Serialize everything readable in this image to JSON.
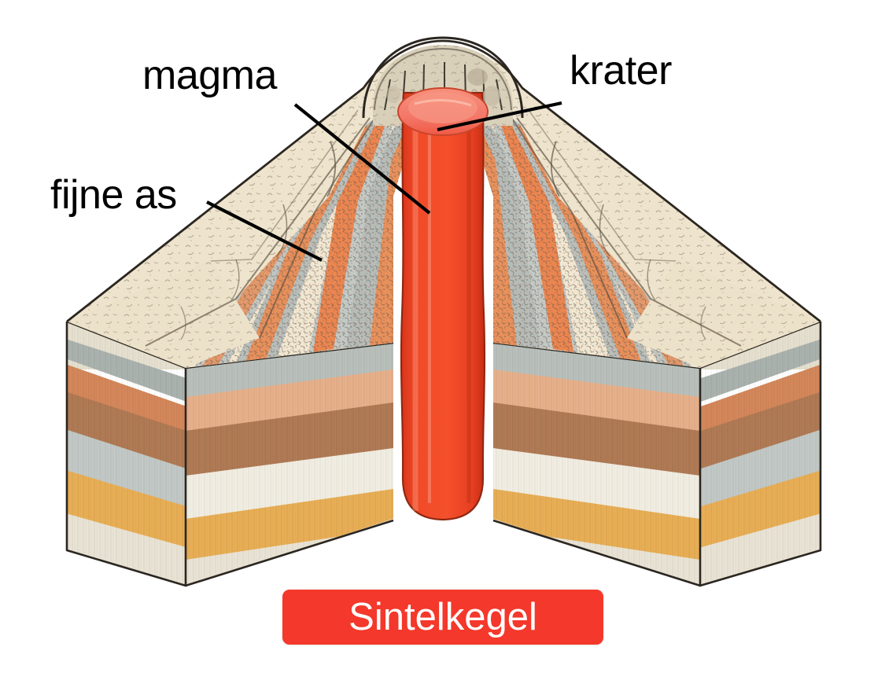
{
  "figure": {
    "title": "Sintelkegel",
    "type": "cross-section-diagram",
    "subject": "cinder cone volcano cutaway",
    "language": "nl"
  },
  "labels": [
    {
      "id": "magma",
      "text": "magma",
      "leader_from": [
        375,
        133
      ],
      "leader_to": [
        546,
        271
      ]
    },
    {
      "id": "fijne-as",
      "text": "fijne as",
      "leader_from": [
        263,
        257
      ],
      "leader_to": [
        409,
        331
      ]
    },
    {
      "id": "krater",
      "text": "krater",
      "leader_from": [
        714,
        131
      ],
      "leader_to": [
        556,
        165
      ]
    }
  ],
  "caption": {
    "text": "Sintelkegel",
    "background_color": "#f4382b",
    "text_color": "#ffffff"
  },
  "colors": {
    "magma_conduit": "#ef4425",
    "magma_pool": "#f47f6a",
    "crater_rim": "#d6cdb7",
    "ash_outer": "#ebdfc8",
    "ash_pale": "#f2e9d6",
    "scoria_orange": "#e8915c",
    "scoria_orange_bright": "#ee8046",
    "cinder_gray": "#b6bcb8",
    "cinder_gray_dark": "#9aa29e",
    "stratum_peach": "#e6b08a",
    "stratum_tan_orange": "#d4875a",
    "stratum_brown": "#b07a55",
    "stratum_gray_blue": "#c2c8c5",
    "stratum_amber": "#e8ae55",
    "stratum_cream": "#e9e3d5",
    "stratum_white": "#f2efe6",
    "outline": "#2b2620"
  },
  "structures": [
    {
      "name": "crater",
      "description": "rim of radially cracked beige blocks at the cone summit"
    },
    {
      "name": "magma-conduit",
      "description": "vertical red magma column from depth to crater"
    },
    {
      "name": "magma-pool",
      "description": "salmon-pink lava pool in crater throat"
    },
    {
      "name": "cinder-cone",
      "description": "symmetric cone of alternating orange scoria and gray cinder layers"
    },
    {
      "name": "fine-ash-mantle",
      "description": "pale beige fine-ash layer mantling the outer cone flanks"
    },
    {
      "name": "bedrock-blocks",
      "description": "two cut-away bedrock blocks showing horizontal sedimentary strata"
    }
  ],
  "strata": [
    {
      "name": "peach-layer",
      "color": "#e6b08a"
    },
    {
      "name": "tan-orange-layer",
      "color": "#d4875a"
    },
    {
      "name": "brown-layer",
      "color": "#b07a55"
    },
    {
      "name": "gray-blue-layer",
      "color": "#c2c8c5"
    },
    {
      "name": "amber-layer",
      "color": "#e8ae55"
    },
    {
      "name": "cream-layer",
      "color": "#e9e3d5"
    }
  ]
}
